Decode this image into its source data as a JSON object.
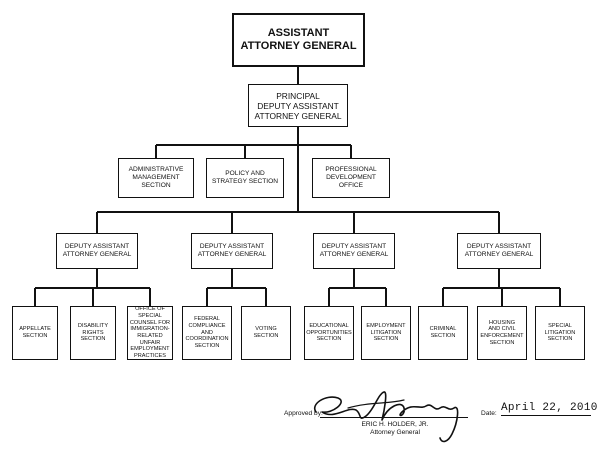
{
  "org_chart": {
    "top": {
      "lines": [
        "ASSISTANT",
        "ATTORNEY GENERAL"
      ]
    },
    "principal_deputy": {
      "lines": [
        "PRINCIPAL",
        "DEPUTY ASSISTANT",
        "ATTORNEY GENERAL"
      ]
    },
    "staff_offices": [
      {
        "lines": [
          "ADMINISTRATIVE",
          "MANAGEMENT",
          "SECTION"
        ]
      },
      {
        "lines": [
          "POLICY AND",
          "STRATEGY SECTION"
        ]
      },
      {
        "lines": [
          "PROFESSIONAL",
          "DEVELOPMENT",
          "OFFICE"
        ]
      }
    ],
    "deputies": [
      {
        "lines": [
          "DEPUTY ASSISTANT",
          "ATTORNEY GENERAL"
        ],
        "sections": [
          {
            "lines": [
              "APPELLATE",
              "SECTION"
            ]
          },
          {
            "lines": [
              "DISABILITY",
              "RIGHTS",
              "SECTION"
            ]
          },
          {
            "lines": [
              "OFFICE OF",
              "SPECIAL",
              "COUNSEL FOR",
              "IMMIGRATION-",
              "RELATED",
              "UNFAIR",
              "EMPLOYMENT",
              "PRACTICES"
            ]
          }
        ]
      },
      {
        "lines": [
          "DEPUTY ASSISTANT",
          "ATTORNEY GENERAL"
        ],
        "sections": [
          {
            "lines": [
              "FEDERAL",
              "COMPLIANCE",
              "AND",
              "COORDINATION",
              "SECTION"
            ]
          },
          {
            "lines": [
              "VOTING",
              "SECTION"
            ]
          }
        ]
      },
      {
        "lines": [
          "DEPUTY ASSISTANT",
          "ATTORNEY GENERAL"
        ],
        "sections": [
          {
            "lines": [
              "EDUCATIONAL",
              "OPPORTUNITIES",
              "SECTION"
            ]
          },
          {
            "lines": [
              "EMPLOYMENT",
              "LITIGATION",
              "SECTION"
            ]
          }
        ]
      },
      {
        "lines": [
          "DEPUTY ASSISTANT",
          "ATTORNEY GENERAL"
        ],
        "sections": [
          {
            "lines": [
              "CRIMINAL",
              "SECTION"
            ]
          },
          {
            "lines": [
              "HOUSING",
              "AND CIVIL",
              "ENFORCEMENT",
              "SECTION"
            ]
          },
          {
            "lines": [
              "SPECIAL",
              "LITIGATION",
              "SECTION"
            ]
          }
        ]
      }
    ]
  },
  "approval": {
    "approved_label": "Approved by:",
    "signer_name": "ERIC H. HOLDER, JR.",
    "signer_title": "Attorney General",
    "date_label": "Date:",
    "date_value": "April 22, 2010"
  }
}
